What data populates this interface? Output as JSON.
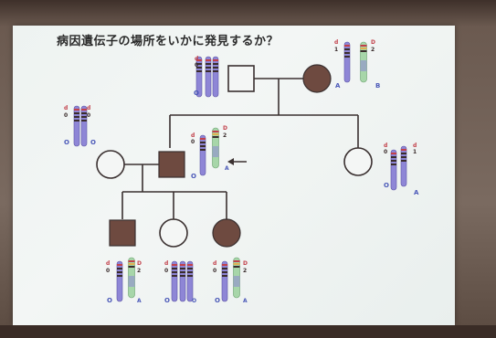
{
  "slide": {
    "title": "病因遺伝子の場所をいかに発見するか？"
  },
  "colors": {
    "affected": "#6e4a40",
    "unaffected_fill": "#f4f6f5",
    "line": "#3a3030",
    "chromosome_purple": "#8e86d6",
    "chromosome_green": "#a7d6a9",
    "marker_red": "#c2404a",
    "marker_dark": "#3a2c2c",
    "allele_blue": "#4a58b8"
  },
  "labels": {
    "d": "d",
    "zero": "0",
    "one": "1",
    "two": "2",
    "D": "D",
    "O": "O",
    "A": "A",
    "B": "B"
  },
  "icons": {
    "arrow": "arrow-left-icon"
  }
}
